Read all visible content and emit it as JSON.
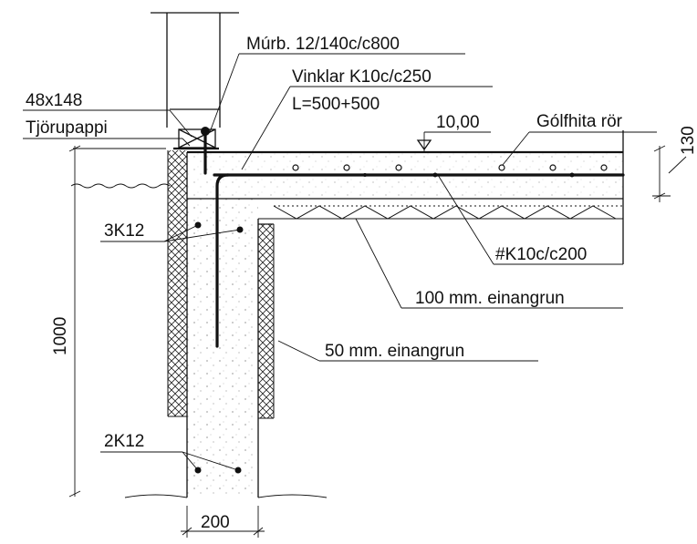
{
  "labels": {
    "murb": "Múrb. 12/140c/c800",
    "timber": "48x148",
    "tar_paper": "Tjörupappi",
    "vinklar_line1": "Vinklar K10c/c250",
    "vinklar_line2": "L=500+500",
    "level": "10,00",
    "floor_heat": "Gólfhita rör",
    "slab_thickness": "130",
    "mesh": "#K10c/c200",
    "ins_100": "100 mm. einangrun",
    "ins_50": "50 mm. einangrun",
    "rebar_top": "3K12",
    "rebar_bottom": "2K12",
    "wall_height": "1000",
    "wall_width": "200"
  }
}
